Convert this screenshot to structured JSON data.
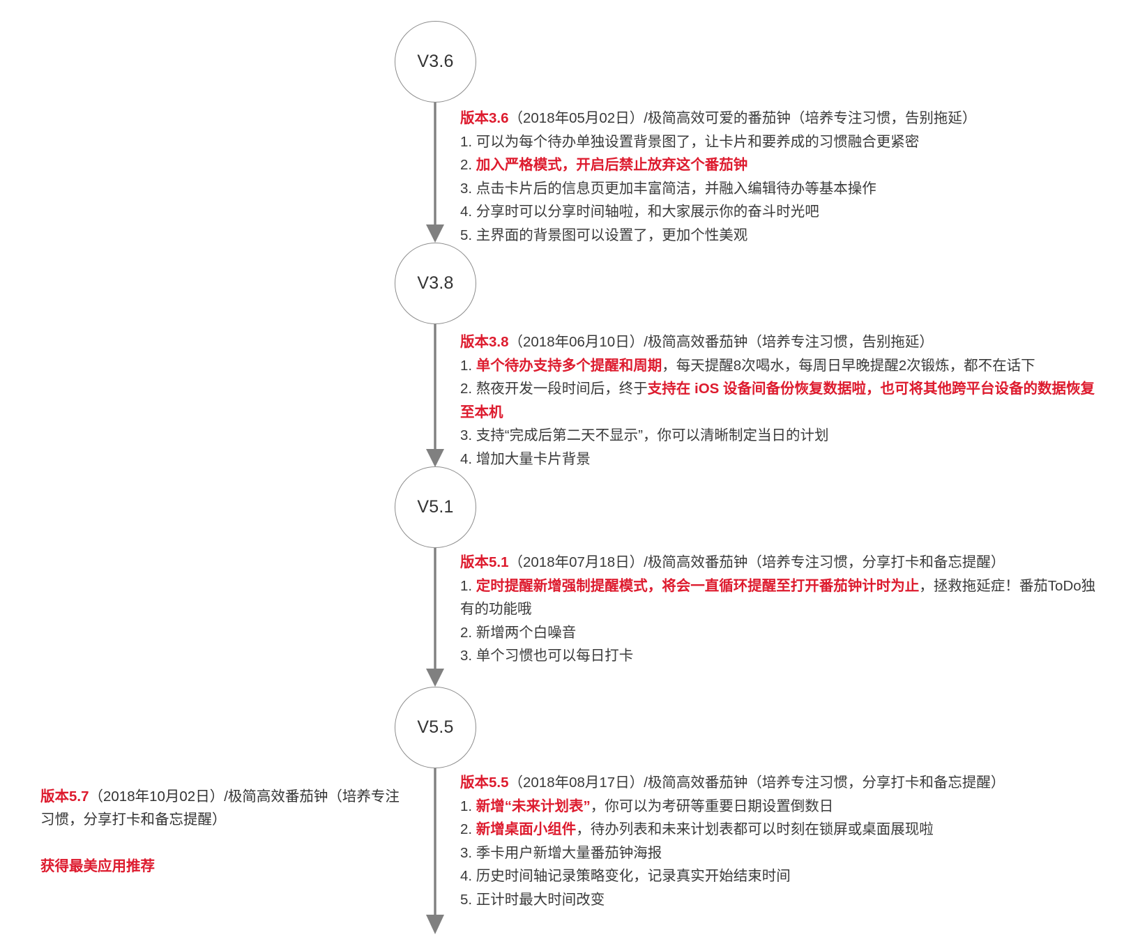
{
  "colors": {
    "accent_red": "#dd1b2e",
    "text": "#333333",
    "line_gray": "#808080",
    "circle_border": "#8c8c8c"
  },
  "timeline": {
    "nodes": [
      {
        "label": "V3.6"
      },
      {
        "label": "V3.8"
      },
      {
        "label": "V5.1"
      },
      {
        "label": "V5.5"
      }
    ]
  },
  "entries": {
    "v36": {
      "version": "版本3.6",
      "header_rest": "（2018年05月02日）/极简高效可爱的番茄钟（培养专注习惯，告别拖延）",
      "items": [
        "1. 可以为每个待办单独设置背景图了，让卡片和要养成的习惯融合更紧密",
        "2. 加入严格模式，开启后禁止放弃这个番茄钟",
        "3. 点击卡片后的信息页更加丰富简洁，并融入编辑待办等基本操作",
        "4. 分享时可以分享时间轴啦，和大家展示你的奋斗时光吧",
        "5. 主界面的背景图可以设置了，更加个性美观"
      ],
      "item2_index_text": "2. ",
      "item2_red_text": "加入严格模式，开启后禁止放弃这个番茄钟"
    },
    "v38": {
      "version": "版本3.8",
      "header_rest": "（2018年06月10日）/极简高效番茄钟（培养专注习惯，告别拖延）",
      "item1_index": "1. ",
      "item1_red": "单个待办支持多个提醒和周期",
      "item1_rest": "，每天提醒8次喝水，每周日早晚提醒2次锻炼，都不在话下",
      "item2_index": "2. ",
      "item2_plain": "熬夜开发一段时间后，终于",
      "item2_red": "支持在 iOS 设备间备份恢复数据啦，也可将其他跨平台设备的数据恢复至本机",
      "item3": "3. 支持“完成后第二天不显示”，你可以清晰制定当日的计划",
      "item4": "4. 增加大量卡片背景"
    },
    "v51": {
      "version": "版本5.1",
      "header_rest": "（2018年07月18日）/极简高效番茄钟（培养专注习惯，分享打卡和备忘提醒）",
      "item1_index": "1. ",
      "item1_red": "定时提醒新增强制提醒模式，将会一直循环提醒至打开番茄钟计时为止",
      "item1_rest": "，拯救拖延症！番茄ToDo独有的功能哦",
      "item2": "2. 新增两个白噪音",
      "item3": "3. 单个习惯也可以每日打卡"
    },
    "v55": {
      "version": "版本5.5",
      "header_rest": "（2018年08月17日）/极简高效番茄钟（培养专注习惯，分享打卡和备忘提醒）",
      "item1_index": "1. ",
      "item1_red": "新增“未来计划表”",
      "item1_rest": "，你可以为考研等重要日期设置倒数日",
      "item2_index": "2. ",
      "item2_red": "新增桌面小组件",
      "item2_rest": "，待办列表和未来计划表都可以时刻在锁屏或桌面展现啦",
      "item3": "3. 季卡用户新增大量番茄钟海报",
      "item4": "4. 历史时间轴记录策略变化，记录真实开始结束时间",
      "item5": "5. 正计时最大时间改变"
    },
    "v57": {
      "version": "版本5.7",
      "header_rest": "（2018年10月02日）/极简高效番茄钟（培养专注习惯，分享打卡和备忘提醒）",
      "award": "获得最美应用推荐"
    }
  }
}
